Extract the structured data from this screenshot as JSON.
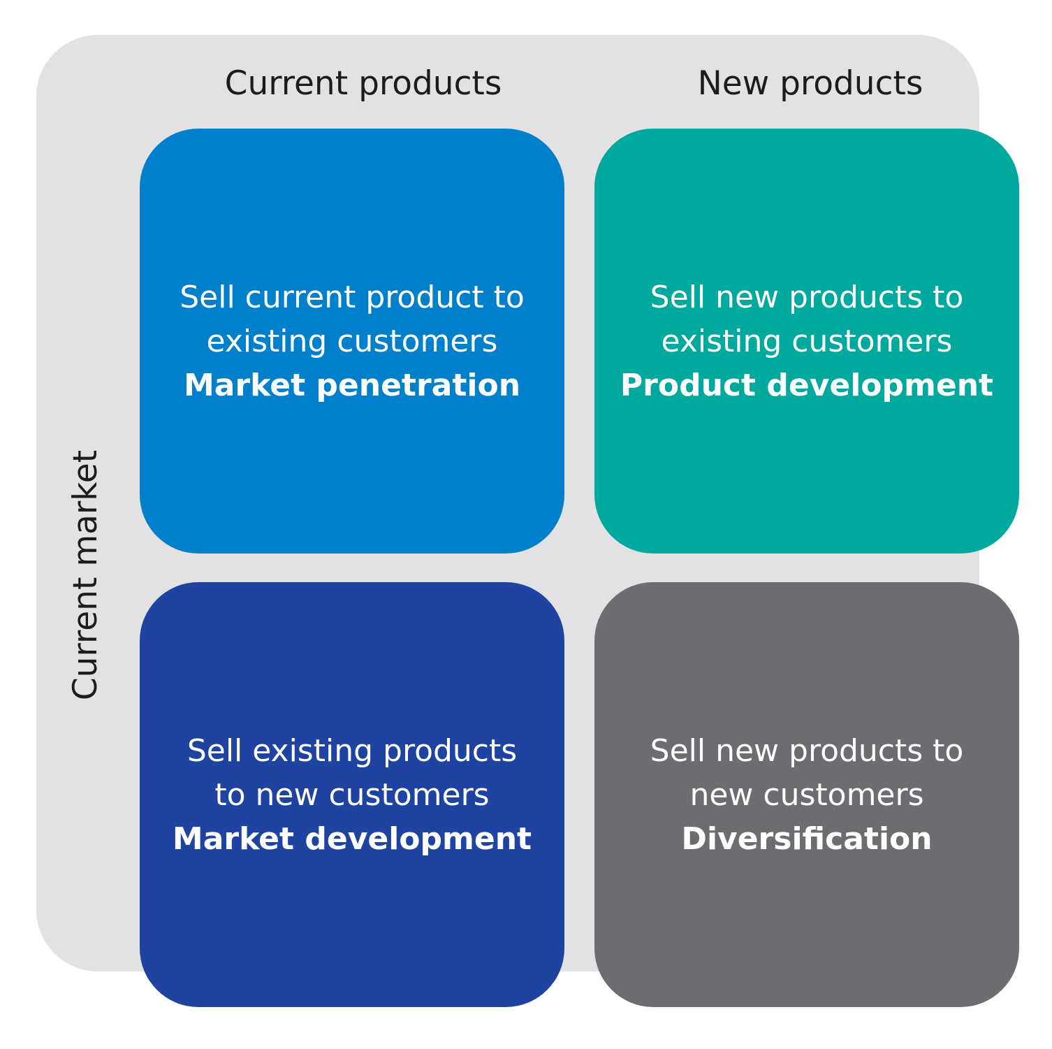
{
  "headers": {
    "columns": [
      "Current products",
      "New products"
    ],
    "row": "Current market"
  },
  "colors": {
    "backdrop": "#e2e1e4",
    "market_penetration": "#0080cb",
    "product_development": "#00a99d",
    "market_development": "#1f43a0",
    "diversification": "#6d6d71",
    "text_dark": "#1c1c1c",
    "text_light": "#ffffff"
  },
  "quadrants": [
    {
      "lines": [
        "Sell current product to",
        "existing customers"
      ],
      "title": "Market penetration"
    },
    {
      "lines": [
        "Sell new products to",
        "existing customers"
      ],
      "title": "Product development"
    },
    {
      "lines": [
        "Sell existing products",
        "to new customers"
      ],
      "title": "Market development"
    },
    {
      "lines": [
        "Sell new products to",
        "new customers"
      ],
      "title": "Diversification"
    }
  ]
}
